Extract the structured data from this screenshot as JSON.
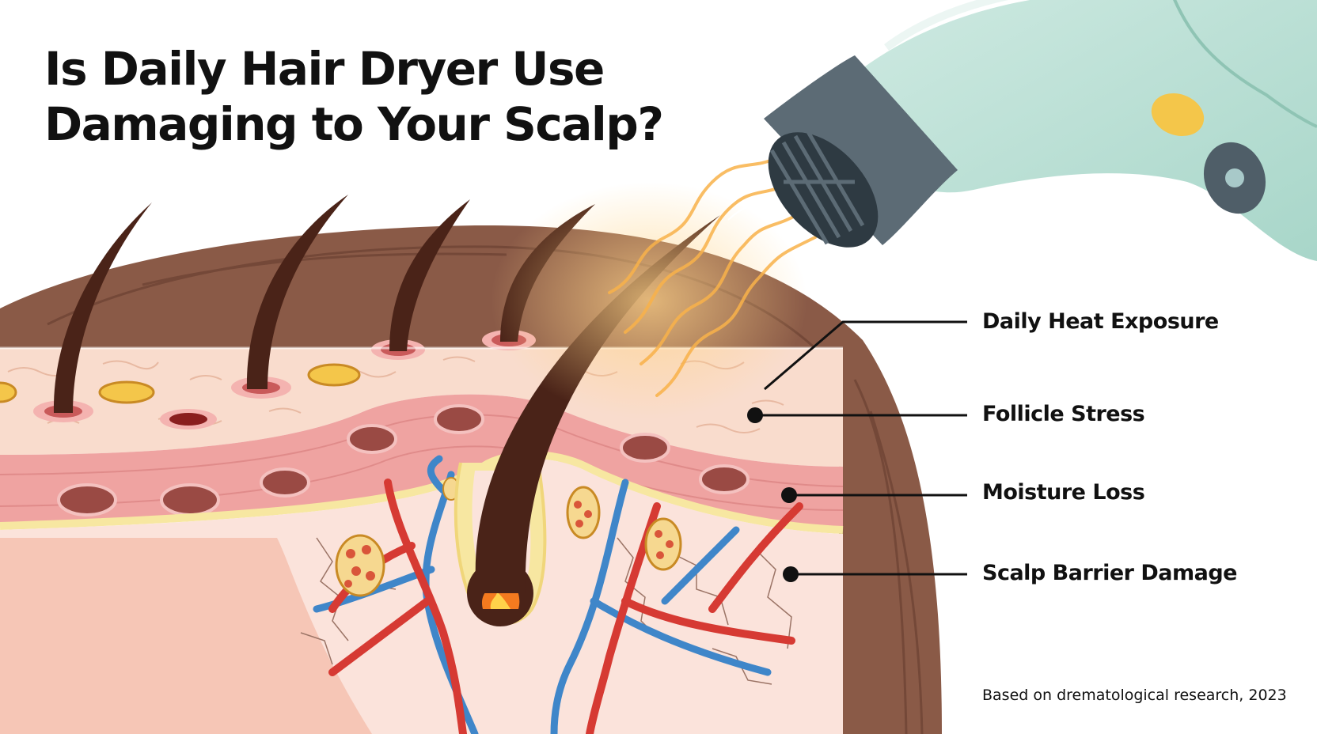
{
  "title": {
    "line1": "Is Daily Hair Dryer Use",
    "line2": "Damaging to Your Scalp?"
  },
  "callouts": [
    {
      "label": "Daily Heat Exposure"
    },
    {
      "label": "Follicle Stress"
    },
    {
      "label": "Moisture Loss"
    },
    {
      "label": "Scalp Barrier Damage"
    }
  ],
  "source": "Based on drematological research, 2023",
  "colors": {
    "hair_outer": "#8a5a47",
    "skin_surface": "#f9dccd",
    "muscle_layer": "#efa3a1",
    "dermis": "#fbe3db",
    "artery": "#d63a33",
    "vein": "#3f86c9",
    "fat_cell": "#f4c64a",
    "dryer_body": "#b9e0d4",
    "dryer_nozzle": "#5c6b75",
    "heat": "#f9b24a"
  }
}
